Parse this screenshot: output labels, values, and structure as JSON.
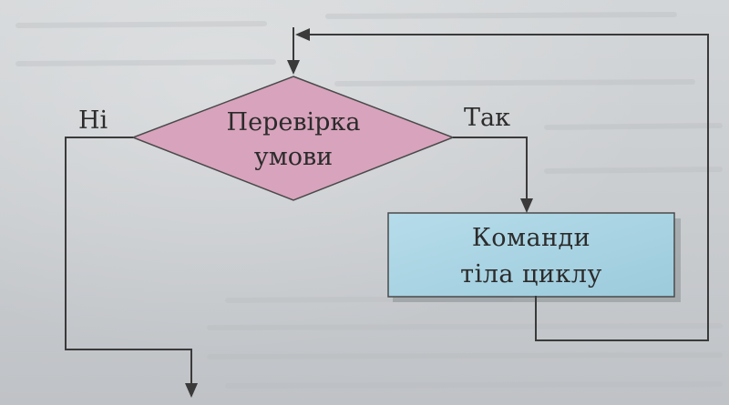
{
  "diagram": {
    "decision": {
      "line1": "Перевірка",
      "line2": "умови",
      "fill": "#d8a3bc"
    },
    "process": {
      "line1": "Команди",
      "line2": "тіла циклу",
      "fill": "#a9d3e3"
    },
    "labels": {
      "no": "Ні",
      "yes": "Так"
    },
    "line_color": "#3a3a3a"
  }
}
